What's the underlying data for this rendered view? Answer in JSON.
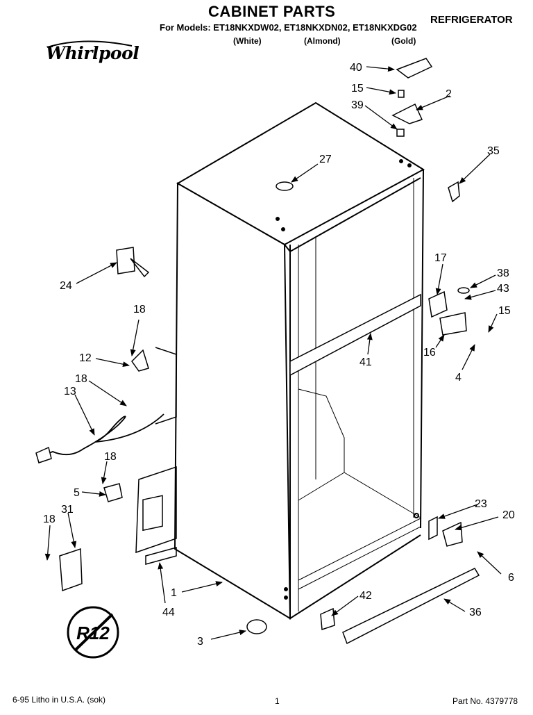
{
  "header": {
    "title": "CABINET PARTS",
    "models": "For Models: ET18NKXDW02, ET18NKXDN02, ET18NKXDG02",
    "colors": [
      "(White)",
      "(Almond)",
      "(Gold)"
    ],
    "category": "REFRIGERATOR"
  },
  "brand": "Whirlpool",
  "refrigerant_badge": "R12",
  "callouts": {
    "c40": "40",
    "c15a": "15",
    "c2": "2",
    "c39": "39",
    "c27": "27",
    "c35": "35",
    "c24": "24",
    "c17": "17",
    "c38": "38",
    "c43": "43",
    "c15b": "15",
    "c18a": "18",
    "c12": "12",
    "c16": "16",
    "c41": "41",
    "c4": "4",
    "c18b": "18",
    "c13": "13",
    "c18c": "18",
    "c5": "5",
    "c23": "23",
    "c20": "20",
    "c18d": "18",
    "c31": "31",
    "c6": "6",
    "c1": "1",
    "c44": "44",
    "c42": "42",
    "c36": "36",
    "c3": "3"
  },
  "footer": {
    "left": "6-95  Litho in U.S.A. (sok)",
    "page": "1",
    "part_no": "Part No. 4379778"
  }
}
